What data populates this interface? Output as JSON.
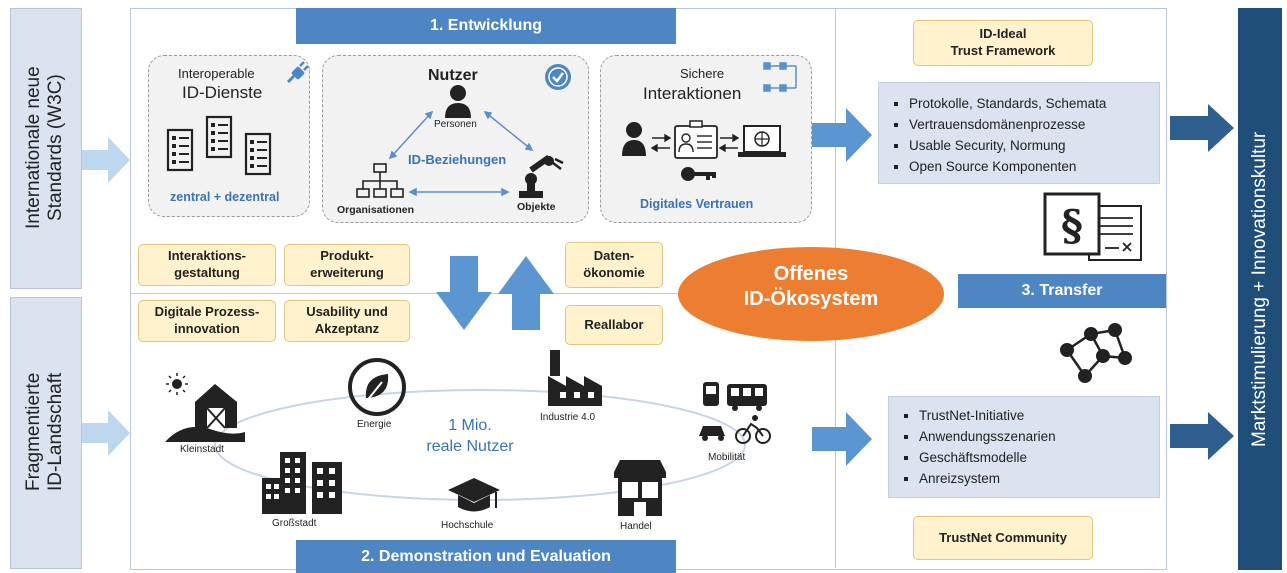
{
  "left": {
    "top_label": "Internationale neue\nStandards (W3C)",
    "bottom_label": "Fragmentierte\nID-Landschaft"
  },
  "right": {
    "label": "Marktstimulierung + Innovationskultur"
  },
  "development": {
    "header": "1. Entwicklung",
    "id_dienste": {
      "title_small": "Interoperable",
      "title": "ID-Dienste",
      "subtitle": "zentral + dezentral"
    },
    "nutzer": {
      "title": "Nutzer",
      "personen": "Personen",
      "beziehungen": "ID-Beziehungen",
      "organisationen": "Organisationen",
      "objekte": "Objekte"
    },
    "interaktionen": {
      "title_small": "Sichere",
      "title": "Interaktionen",
      "subtitle": "Digitales Vertrauen"
    }
  },
  "themes": {
    "interaktion": "Interaktions-\ngestaltung",
    "produkt": "Produkt-\nerweiterung",
    "prozess": "Digitale Prozess-\ninnovation",
    "usability": "Usability und\nAkzeptanz",
    "daten": "Daten-\nökonomie",
    "reallabor": "Reallabor"
  },
  "ecosystem": {
    "title": "Offenes\nID-Ökosystem"
  },
  "demo": {
    "header": "2. Demonstration und Evaluation",
    "center": "1 Mio.\nreale Nutzer",
    "places": {
      "kleinstadt": "Kleinstadt",
      "energie": "Energie",
      "industrie": "Industrie 4.0",
      "mobilitaet": "Mobilität",
      "grossstadt": "Großstadt",
      "hochschule": "Hochschule",
      "handel": "Handel"
    }
  },
  "transfer": {
    "ideal": "ID-Ideal\nTrust Framework",
    "list1": [
      "Protokolle, Standards, Schemata",
      "Vertrauensdomänenprozesse",
      "Usable Security, Normung",
      "Open Source Komponenten"
    ],
    "header": "3. Transfer",
    "list2": [
      "TrustNet-Initiative",
      "Anwendungsszenarien",
      "Geschäftsmodelle",
      "Anreizsystem"
    ],
    "community": "TrustNet Community"
  },
  "colors": {
    "header_blue": "#4e86c3",
    "dark_blue": "#1f4e79",
    "arrow_blue": "#3a7fc1",
    "light_arrow": "#bdd7ee",
    "orange": "#ed7d31",
    "yellow": "#fff2cc"
  }
}
